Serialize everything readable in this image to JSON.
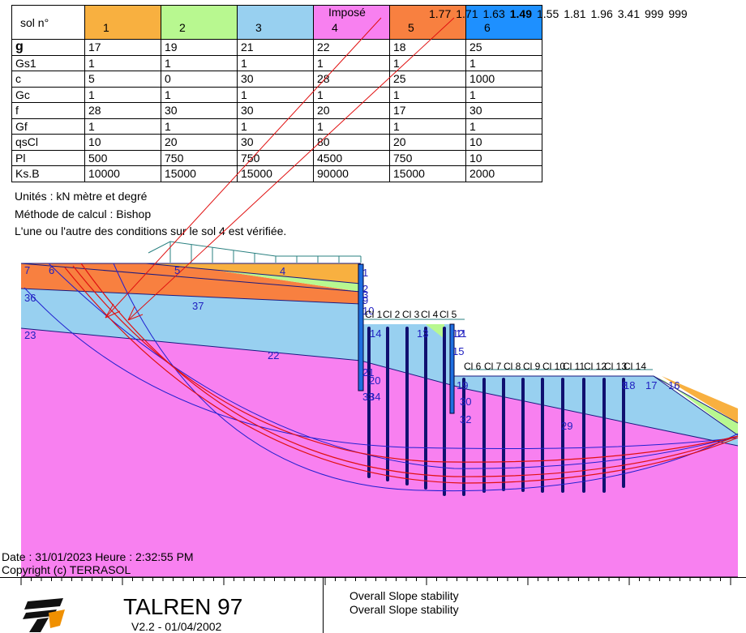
{
  "table": {
    "header_label": "sol n°",
    "soils": [
      {
        "num": "1",
        "color": "#f8b040"
      },
      {
        "num": "2",
        "color": "#b8f890"
      },
      {
        "num": "3",
        "color": "#98d0f0"
      },
      {
        "num": "4",
        "color": "#f880f0",
        "tag": "Imposé"
      },
      {
        "num": "5",
        "color": "#f88040"
      },
      {
        "num": "6",
        "color": "#1e90ff"
      }
    ],
    "rows": [
      {
        "label": "g",
        "values": [
          "17",
          "19",
          "21",
          "22",
          "18",
          "25"
        ]
      },
      {
        "label": "Gs1",
        "values": [
          "1",
          "1",
          "1",
          "1",
          "1",
          "1"
        ]
      },
      {
        "label": "c",
        "values": [
          "5",
          "0",
          "30",
          "28",
          "25",
          "1000"
        ]
      },
      {
        "label": "Gc",
        "values": [
          "1",
          "1",
          "1",
          "1",
          "1",
          "1"
        ]
      },
      {
        "label": "f",
        "values": [
          "28",
          "30",
          "30",
          "20",
          "17",
          "30"
        ]
      },
      {
        "label": "Gf",
        "values": [
          "1",
          "1",
          "1",
          "1",
          "1",
          "1"
        ]
      },
      {
        "label": "qsCl",
        "values": [
          "10",
          "20",
          "30",
          "80",
          "20",
          "10"
        ]
      },
      {
        "label": "Pl",
        "values": [
          "500",
          "750",
          "750",
          "4500",
          "750",
          "10"
        ]
      },
      {
        "label": "Ks.B",
        "values": [
          "10000",
          "15000",
          "15000",
          "90000",
          "15000",
          "2000"
        ]
      }
    ]
  },
  "factors": [
    "1.77",
    "1.71",
    "1.63",
    "1.49",
    "1.55",
    "1.81",
    "1.96",
    "3.41",
    "999",
    "999"
  ],
  "critical_factor": "1.49",
  "notes": {
    "units": "Unités : kN  mètre et degré",
    "method": "Méthode de calcul : Bishop",
    "condition": "L'une ou l'autre des conditions sur le sol 4 est vérifiée."
  },
  "footer": {
    "date": "Date : 31/01/2023 Heure : 2:32:55 PM",
    "copyright": "Copyright (c) TERRASOL",
    "app": "TALREN 97",
    "version": "V2.2 - 01/04/2002",
    "project_1": "Overall Slope stability",
    "project_2": "Overall Slope stability"
  },
  "point_labels": [
    "1",
    "2",
    "3",
    "4",
    "5",
    "6",
    "7",
    "8",
    "9",
    "10",
    "11",
    "12",
    "13",
    "14",
    "15",
    "16",
    "17",
    "18",
    "19",
    "20",
    "21",
    "22",
    "23",
    "29",
    "30",
    "32",
    "33",
    "34",
    "36",
    "37"
  ],
  "clou_labels": [
    "Cl 1",
    "Cl 2",
    "Cl 3",
    "Cl 4",
    "Cl 5",
    "Cl 6",
    "Cl 7",
    "Cl 8",
    "Cl 9",
    "Cl 10",
    "Cl 11",
    "Cl 12",
    "Cl 13",
    "Cl 14"
  ]
}
